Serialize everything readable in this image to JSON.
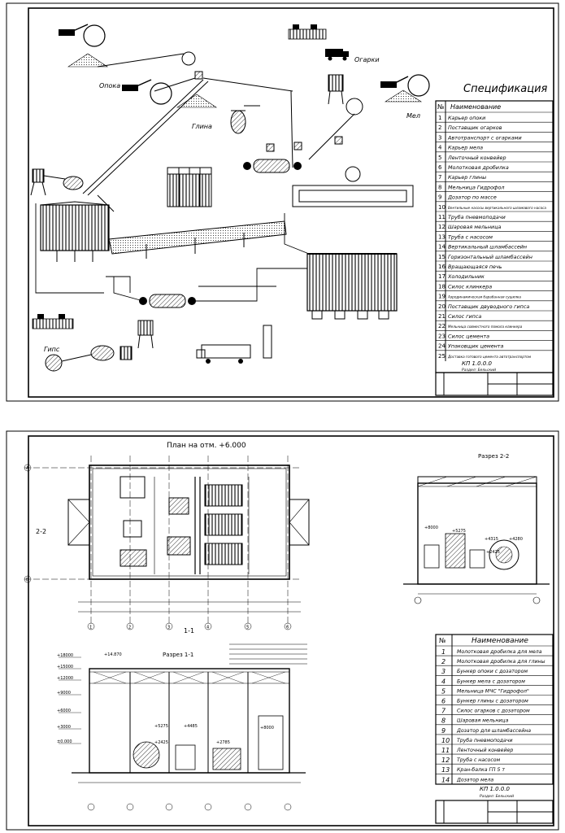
{
  "sheet1": {
    "spec_title": "Спецификация",
    "header_num": "№",
    "header_name": "Наименование",
    "items": [
      {
        "n": "1",
        "t": "Карьер опоки"
      },
      {
        "n": "2",
        "t": "Поставщик огарков"
      },
      {
        "n": "3",
        "t": "Автотранспорт с огарками"
      },
      {
        "n": "4",
        "t": "Карьер мела"
      },
      {
        "n": "5",
        "t": "Ленточный конвейер"
      },
      {
        "n": "6",
        "t": "Молотковая дробилка"
      },
      {
        "n": "7",
        "t": "Карьер глины"
      },
      {
        "n": "8",
        "t": "Мельница Гидрофол"
      },
      {
        "n": "9",
        "t": "Дозатор по массе"
      },
      {
        "n": "10",
        "t": "Вентильные насосы вертикального шламового насоса"
      },
      {
        "n": "11",
        "t": "Труба пневмоподачи"
      },
      {
        "n": "12",
        "t": "Шаровая мельница"
      },
      {
        "n": "13",
        "t": "Труба с насосом"
      },
      {
        "n": "14",
        "t": "Вертикальный шламбассейн"
      },
      {
        "n": "15",
        "t": "Горизонтальный шламбассейн"
      },
      {
        "n": "16",
        "t": "Вращающаяся печь"
      },
      {
        "n": "17",
        "t": "Холодильник"
      },
      {
        "n": "18",
        "t": "Силос клинкера"
      },
      {
        "n": "19",
        "t": "Аэродинамическая барабанная сушилка"
      },
      {
        "n": "20",
        "t": "Поставщик двуводного гипса"
      },
      {
        "n": "21",
        "t": "Силос гипса"
      },
      {
        "n": "22",
        "t": "Мельница совместного помола клинкера"
      },
      {
        "n": "23",
        "t": "Силос цемента"
      },
      {
        "n": "24",
        "t": "Упаковщик цемента"
      },
      {
        "n": "25",
        "t": "Доставка готового цемента автотранспортом"
      }
    ],
    "labels": {
      "opoka": "Опока",
      "ogarki": "Огарки",
      "glina": "Глина",
      "mel": "Мел",
      "gips": "Гипс"
    },
    "stamp_code": "КП 1.0.0.0",
    "stamp_sub": "Раздел: Бельский"
  },
  "sheet2": {
    "plan_title": "План на отм. +6.000",
    "section22_title": "Разрез 2-2",
    "section11_title": "Разрез 1-1",
    "mark_22": "2-2",
    "mark_11": "1-1",
    "header_num": "№",
    "header_name": "Наименование",
    "items": [
      {
        "n": "1",
        "t": "Молотковая дробилка для мела"
      },
      {
        "n": "2",
        "t": "Молотковая дробилка для глины"
      },
      {
        "n": "3",
        "t": "Бункер опоки с дозатором"
      },
      {
        "n": "4",
        "t": "Бункер мела с дозатором"
      },
      {
        "n": "5",
        "t": "Мельница МЧС \"Гидрофол\""
      },
      {
        "n": "6",
        "t": "Бункер глины с дозатором"
      },
      {
        "n": "7",
        "t": "Силос огарков с дозатором"
      },
      {
        "n": "8",
        "t": "Шаровая мельница"
      },
      {
        "n": "9",
        "t": "Дозатор для шламбассейна"
      },
      {
        "n": "10",
        "t": "Труба пневмоподачи"
      },
      {
        "n": "11",
        "t": "Ленточный конвейер"
      },
      {
        "n": "12",
        "t": "Труба с насосом"
      },
      {
        "n": "13",
        "t": "Кран-балка ГП 5 т"
      },
      {
        "n": "14",
        "t": "Дозатор мела"
      }
    ],
    "stamp_code": "КП 1.0.0.0",
    "stamp_sub": "Раздел: Бельский",
    "elevations_left": [
      "+18000",
      "+15000",
      "+12000",
      "+9000",
      "+6000",
      "+3000",
      "±0.000"
    ],
    "elevations_s22": [
      "+8000",
      "+5275",
      "+4315",
      "+2425",
      "+4280"
    ],
    "elevations_s11": [
      "+5275",
      "+2425",
      "+2785",
      "+8000",
      "+4485"
    ],
    "top_mark": "+14.870",
    "axes_h": [
      "1",
      "2",
      "3",
      "4",
      "5",
      "6"
    ],
    "axes_v": [
      "А",
      "Б"
    ]
  }
}
